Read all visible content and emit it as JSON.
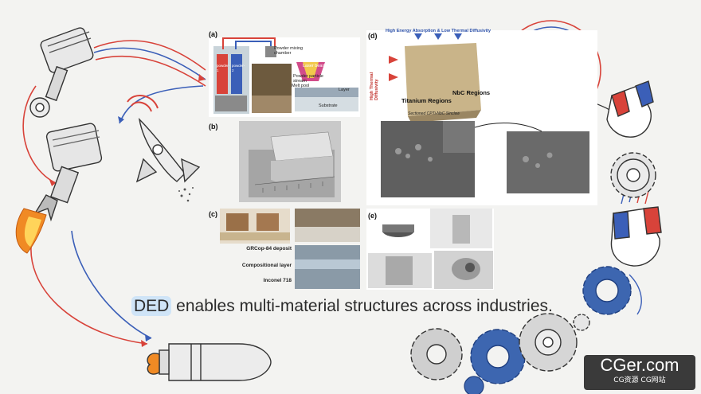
{
  "panels": {
    "a": {
      "letter": "(a)",
      "labels": [
        "Powder mixing chamber",
        "Powder particle stream",
        "Melt pool",
        "Laser beam",
        "Layer",
        "Substrate"
      ],
      "powder_labels": [
        "powder-1",
        "powder-2"
      ]
    },
    "b": {
      "letter": "(b)"
    },
    "c": {
      "letter": "(c)",
      "labels": [
        "GRCop-84 deposit",
        "Compositional layer",
        "Inconel 718"
      ]
    },
    "d": {
      "letter": "(d)",
      "top_label": "High Energy Absorption & Low Thermal Diffusivity",
      "side_label": "High Thermal Diffusivity",
      "regions": [
        "Titanium Regions",
        "NbC Regions"
      ],
      "subtitle": "Sectioned CPTi-NbC Sinclaw"
    },
    "e": {
      "letter": "(e)"
    }
  },
  "caption": {
    "highlight": "DED",
    "rest": " enables multi-material structures across industries."
  },
  "watermark": {
    "line1": "CGer.com",
    "line2": "CG资源 CG网站"
  },
  "colors": {
    "background": "#f3f3f1",
    "highlight": "#cfe4f7",
    "arrow_red": "#d8433a",
    "arrow_blue": "#3b5fb8",
    "gear_blue": "#3d66b0",
    "flame_orange": "#f08a24"
  },
  "icons": [
    "piston-icon",
    "rocket-piston-icon",
    "rocket-icon",
    "bullet-rocket-icon",
    "spiral-coil-icon",
    "magnet-icon",
    "gear-icon"
  ]
}
